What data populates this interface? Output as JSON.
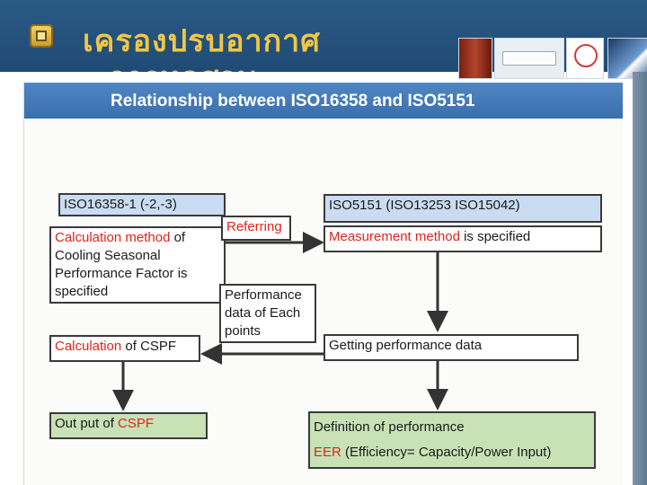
{
  "header": {
    "title_line1": "เครองปรบอากาศ",
    "title_line2": "การทดสอบ",
    "thumbnails": [
      "refrigerator",
      "air-conditioner",
      "fan",
      "building"
    ]
  },
  "figure": {
    "title": "Relationship between ISO16358 and ISO5151",
    "left_column": {
      "standard": "ISO16358-1 (-2,-3)",
      "method_highlight": "Calculation method",
      "method_rest": " of Cooling Seasonal Performance Factor is specified",
      "calc_highlight": "Calculation",
      "calc_rest": " of CSPF",
      "output_prefix": "Out put of ",
      "output_highlight": "CSPF"
    },
    "middle": {
      "referring": "Referring",
      "performance_data": "Performance data of Each points"
    },
    "right_column": {
      "standard": "ISO5151 (ISO13253 ISO15042)",
      "method_highlight": "Measurement method",
      "method_rest": " is specified",
      "getting_data": "Getting performance data",
      "definition": "Definition of performance",
      "eer_highlight": "EER",
      "eer_rest": " (Efficiency= Capacity/Power Input)"
    }
  },
  "colors": {
    "header_bg": "#1f4a74",
    "title_text": "#f2c744",
    "banner": "#3a6fae",
    "blue_box": "#c9dcf2",
    "green_box": "#c8e2b6",
    "highlight_red": "#e0251b"
  }
}
